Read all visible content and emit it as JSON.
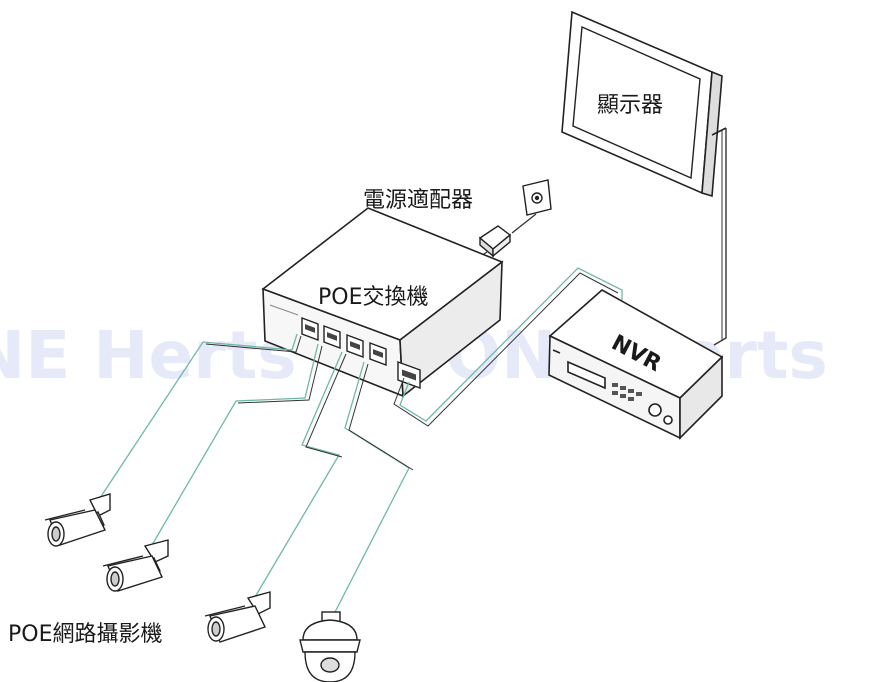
{
  "labels": {
    "monitor": "顯示器",
    "adapter": "電源適配器",
    "switch": "POE交換機",
    "nvr": "NVR",
    "cameras": "POE網路攝影機"
  },
  "watermark": {
    "left": "NE Herts",
    "right": "ONE Herts"
  },
  "colors": {
    "line": "#222222",
    "cable": "#6fb8a8",
    "watermark": "#e6e9f7"
  }
}
